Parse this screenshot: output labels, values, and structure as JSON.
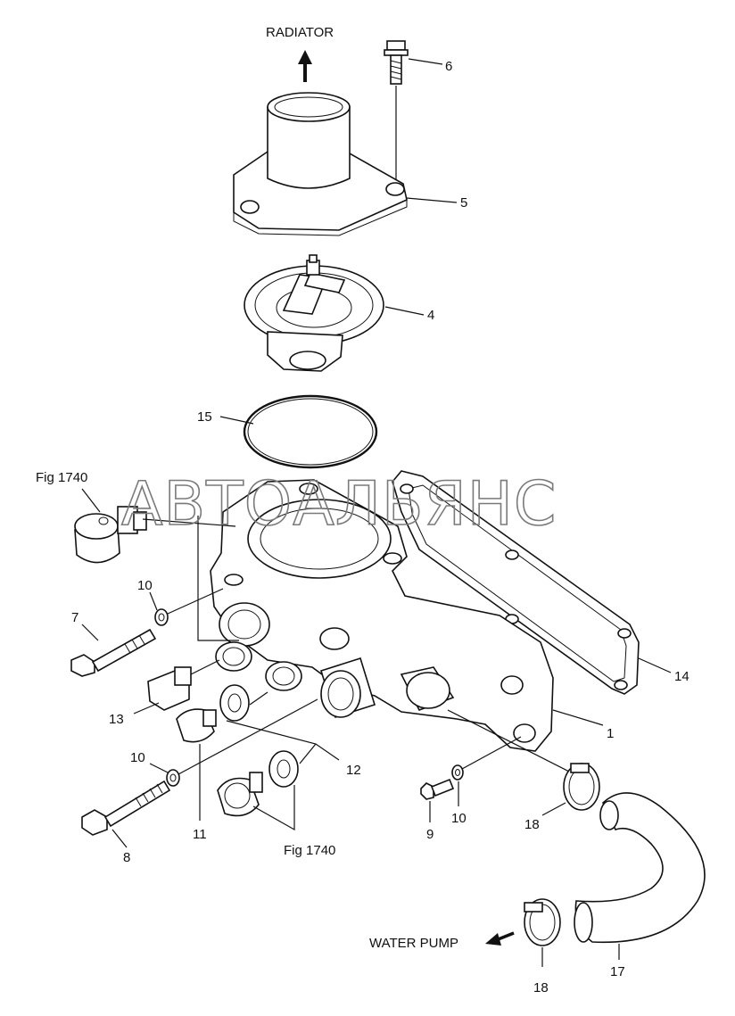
{
  "labels": {
    "radiator": "RADIATOR",
    "water_pump": "WATER PUMP",
    "fig_ref_top": "Fig 1740",
    "fig_ref_bottom": "Fig 1740",
    "watermark": "АВТОАЛЬЯНС"
  },
  "callouts": {
    "c1": "1",
    "c4": "4",
    "c5": "5",
    "c6": "6",
    "c7": "7",
    "c8": "8",
    "c9": "9",
    "c10a": "10",
    "c10b": "10",
    "c10c": "10",
    "c11": "11",
    "c12": "12",
    "c13": "13",
    "c14": "14",
    "c15": "15",
    "c17": "17",
    "c18a": "18",
    "c18b": "18"
  }
}
